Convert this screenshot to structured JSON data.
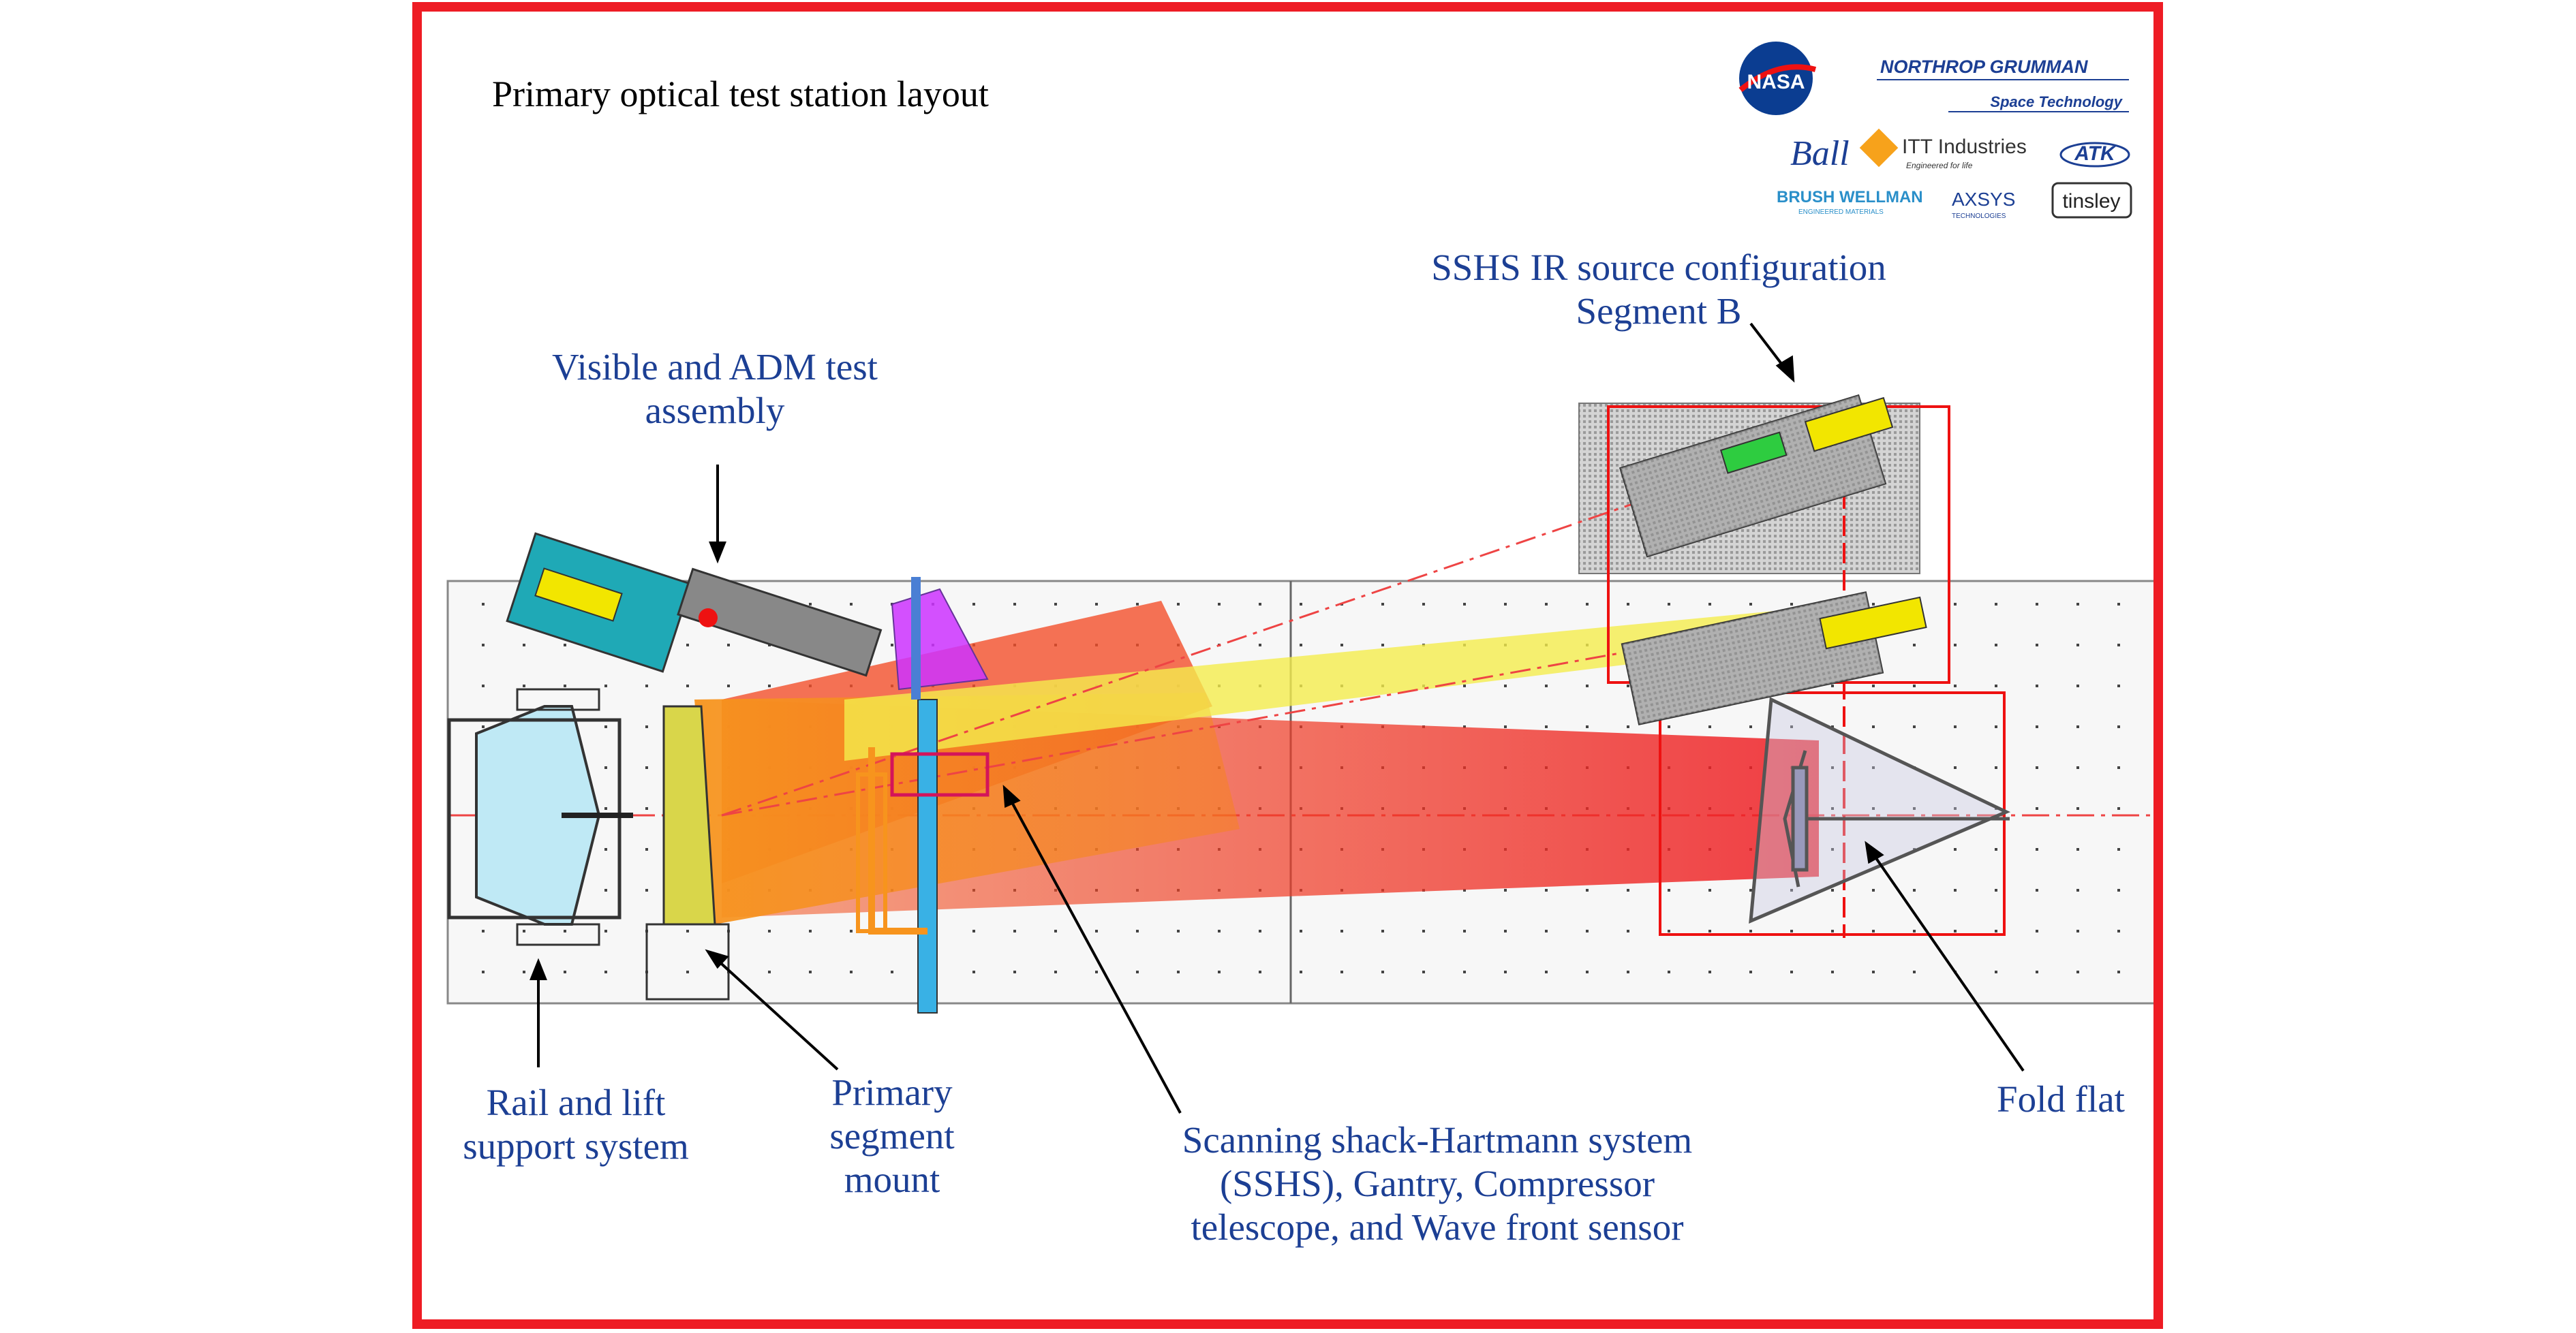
{
  "title": "Primary optical test station layout",
  "colors": {
    "frame": "#ee1c24",
    "label": "#1c3f94",
    "beam_red": "#ee1c24",
    "beam_orange": "#f7941d",
    "beam_yellow": "#f4ec4c"
  },
  "labels": {
    "ssh_ir": [
      "SSHS IR source configuration",
      "Segment B"
    ],
    "visible_adm": [
      "Visible and ADM test",
      "assembly"
    ],
    "rail_lift": [
      "Rail and lift",
      "support system"
    ],
    "primary_mount": [
      "Primary",
      "segment",
      "mount"
    ],
    "sshs": [
      "Scanning shack-Hartmann system",
      "(SSHS), Gantry, Compressor",
      "telescope, and Wave front sensor"
    ],
    "fold_flat": "Fold flat"
  },
  "logos": {
    "nasa": "NASA",
    "northrop": "NORTHROP GRUMMAN",
    "northrop_sub": "Space Technology",
    "ball": "Ball",
    "itt": "ITT Industries",
    "itt_sub": "Engineered for life",
    "atk": "ATK",
    "brush": "BRUSH WELLMAN",
    "brush_sub": "ENGINEERED MATERIALS",
    "axsys": "AXSYS",
    "axsys_sub": "TECHNOLOGIES",
    "tinsley": "tinsley"
  }
}
